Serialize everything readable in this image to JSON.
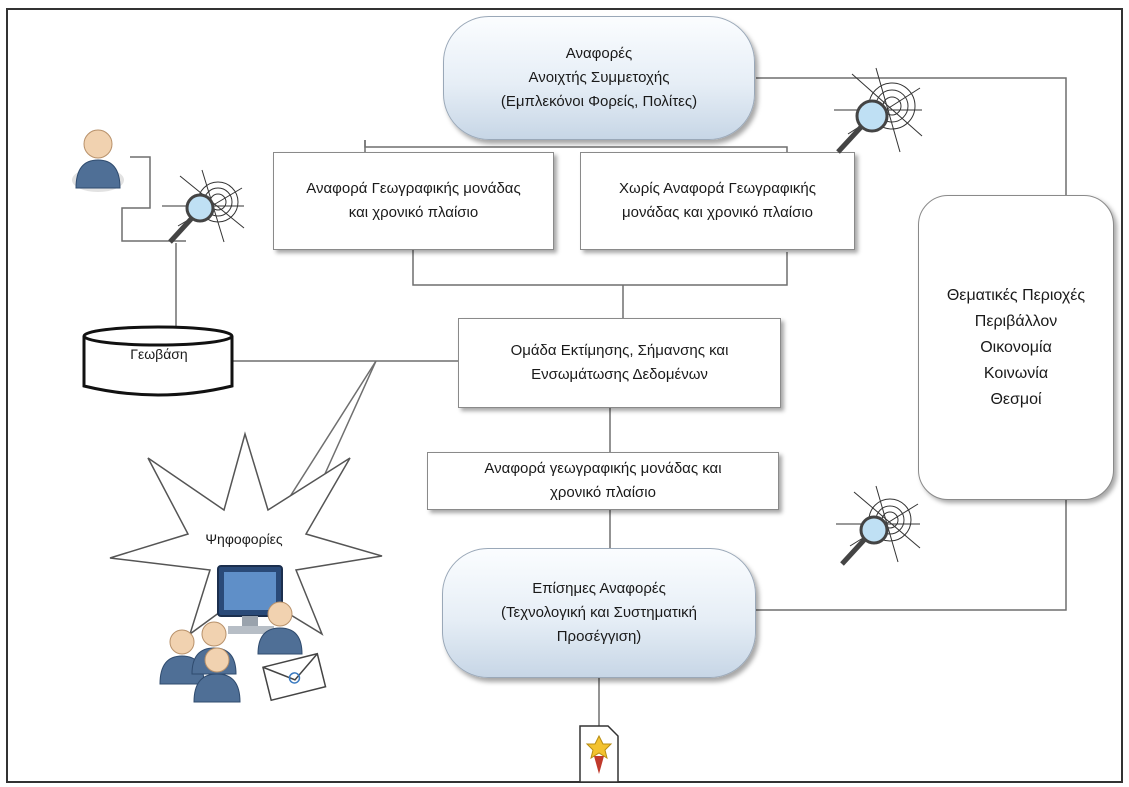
{
  "diagram": {
    "open_reports": {
      "lines": [
        "Αναφορές",
        "Ανοιχτής Συμμετοχής",
        "(Εμπλεκόνοι Φορείς, Πολίτες)"
      ]
    },
    "with_geo_ref": {
      "lines": [
        "Αναφορά Γεωγραφικής μονάδας",
        "και χρονικό πλαίσιο"
      ]
    },
    "without_geo_ref": {
      "lines": [
        "Χωρίς Αναφορά Γεωγραφικής",
        "μονάδας και χρονικό πλαίσιο"
      ]
    },
    "assessment_team": {
      "lines": [
        "Ομάδα Εκτίμησης, Σήμανσης και",
        "Ενσωμάτωσης Δεδομένων"
      ]
    },
    "geo_ref_output": {
      "lines": [
        "Αναφορά γεωγραφικής μονάδας και",
        "χρονικό πλαίσιο"
      ]
    },
    "official_reports": {
      "lines": [
        "Επίσημες Αναφορές",
        "(Τεχνολογική και Συστηματική",
        "Προσέγγιση)"
      ]
    },
    "thematic_areas": {
      "lines": [
        "Θεματικές Περιοχές",
        "Περιβάλλον",
        "Οικονομία",
        "Κοινωνία",
        "Θεσμοί"
      ]
    },
    "geobase": {
      "label": "Γεωβάση"
    },
    "votes": {
      "label": "Ψηφοφορίες"
    }
  },
  "icons": {
    "user": "person-icon",
    "web_search": "web-magnifier-icon",
    "database": "database-icon",
    "computer": "computer-icon",
    "email": "envelope-icon",
    "certificate": "certificate-icon"
  },
  "colors": {
    "pill_fill": "#dde8f2",
    "line": "#6f6f6f",
    "person": "#4f6f96"
  }
}
